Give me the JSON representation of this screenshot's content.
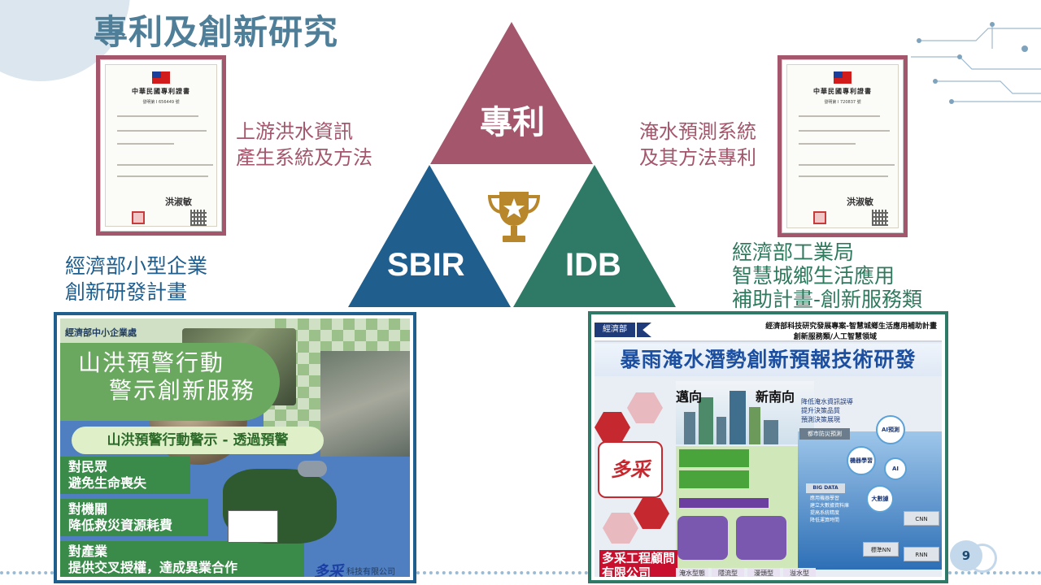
{
  "slide": {
    "title": "專利及創新研究",
    "page_number": "9"
  },
  "colors": {
    "patent": "#a3566c",
    "sbir": "#1f5e8d",
    "idb": "#2f7a66",
    "title": "#4f7e98"
  },
  "triangle": {
    "top": "專利",
    "left": "SBIR",
    "right": "IDB",
    "center_icon": "trophy-icon"
  },
  "patents": {
    "left": {
      "doc_title": "中華民國專利證書",
      "doc_number": "發明第 I 656449 號",
      "signature": "洪淑敏",
      "label_line1": "上游洪水資訊",
      "label_line2": "產生系統及方法"
    },
    "right": {
      "doc_title": "中華民國專利證書",
      "doc_number": "發明第 I 720837 號",
      "signature": "洪淑敏",
      "label_line1": "淹水預測系統",
      "label_line2": "及其方法專利"
    }
  },
  "programs": {
    "sbir": {
      "line1": "經濟部小型企業",
      "line2": "創新研發計畫"
    },
    "idb": {
      "line1": "經濟部工業局",
      "line2": "智慧城鄉生活應用",
      "line3": "補助計畫-創新服務類"
    }
  },
  "sbir_poster": {
    "ministry": "經濟部中小企業處",
    "title_line1": "山洪預警行動",
    "title_line2": "警示創新服務",
    "subtitle": "山洪預警行動警示 - 透過預警",
    "items": [
      {
        "head": "對民眾",
        "body": "避免生命喪失"
      },
      {
        "head": "對機關",
        "body": "降低救災資源耗費"
      },
      {
        "head": "對產業",
        "body": "提供交叉授權，達成異業合作"
      }
    ],
    "brand": "多采",
    "company": "科技有限公司"
  },
  "idb_poster": {
    "ministry": "經濟部",
    "header_line1": "經濟部科技研究發展專案-智慧城鄉生活應用補助計畫",
    "header_line2": "創新服務類/人工智慧領域",
    "title": "暴雨淹水潛勢創新預報技術研發",
    "nav1": "邁向",
    "nav2": "新南向",
    "bullets": [
      "降低淹水資訊誤導",
      "提升決策品質",
      "預測決策展現"
    ],
    "urban": "都市防災預測",
    "ai_predict": "AI預測",
    "ml": "機器學習",
    "ai": "AI",
    "big_data_small": "大數據",
    "big_data": "BIG DATA",
    "bd_list": [
      "應用機器學習",
      "建立大數據資料庫",
      "提高系統精度",
      "降低運算時間"
    ],
    "cnn": "CNN",
    "rnn": "RNN",
    "nn": "標準NN",
    "brand": "多采",
    "company_line1": "多采工程顧問",
    "company_line2": "有限公司",
    "types": [
      "淹水型態",
      "隱流型",
      "漫頭型",
      "溢水型"
    ]
  }
}
